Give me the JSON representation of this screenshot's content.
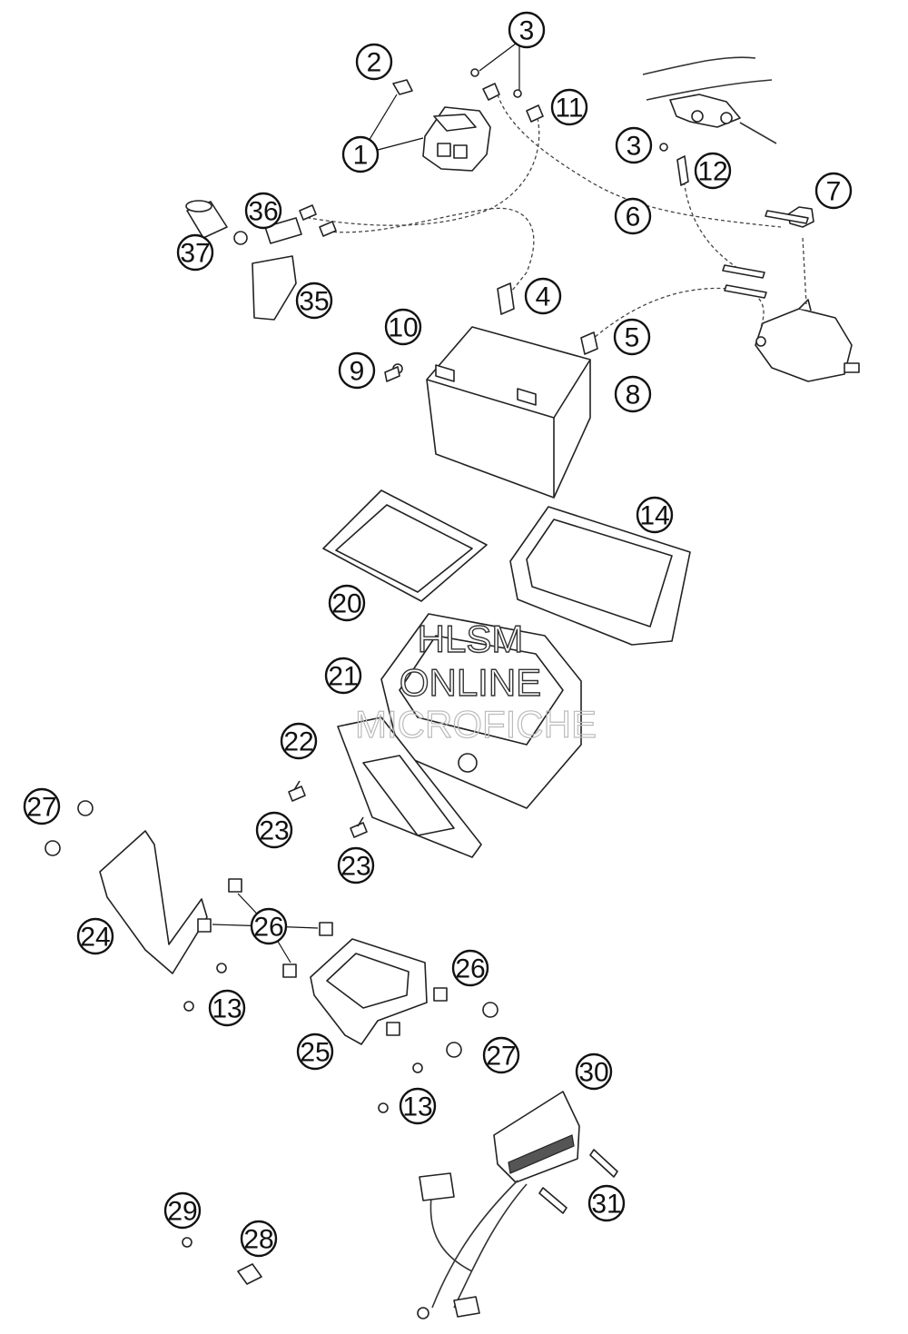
{
  "diagram": {
    "callouts": [
      "1",
      "2",
      "3",
      "3",
      "4",
      "5",
      "6",
      "7",
      "8",
      "9",
      "10",
      "11",
      "12",
      "13",
      "13",
      "14",
      "20",
      "21",
      "22",
      "23",
      "23",
      "24",
      "25",
      "26",
      "26",
      "27",
      "27",
      "28",
      "29",
      "30",
      "31",
      "35",
      "36",
      "37"
    ]
  },
  "watermark": {
    "line1": "HLSM",
    "line2": "ONLINE",
    "line3": "MICROFICHE"
  }
}
